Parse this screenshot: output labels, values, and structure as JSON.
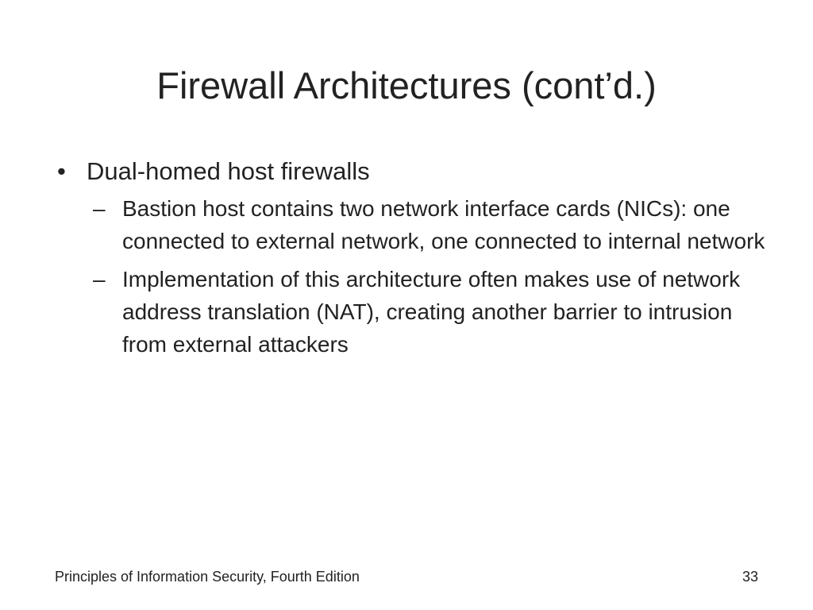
{
  "slide": {
    "title": "Firewall Architectures (cont’d.)",
    "bullets": [
      {
        "marker": "•",
        "text": "Dual-homed host firewalls",
        "sub_bullets": [
          {
            "marker": "–",
            "text": "Bastion host contains two network interface cards (NICs): one connected to external network, one connected to internal network"
          },
          {
            "marker": "–",
            "text": "Implementation of this architecture often makes use of network address translation (NAT), creating another barrier to intrusion from external attackers"
          }
        ]
      }
    ],
    "footer": {
      "book": "Principles of Information Security, Fourth Edition",
      "page_number": "33"
    }
  }
}
